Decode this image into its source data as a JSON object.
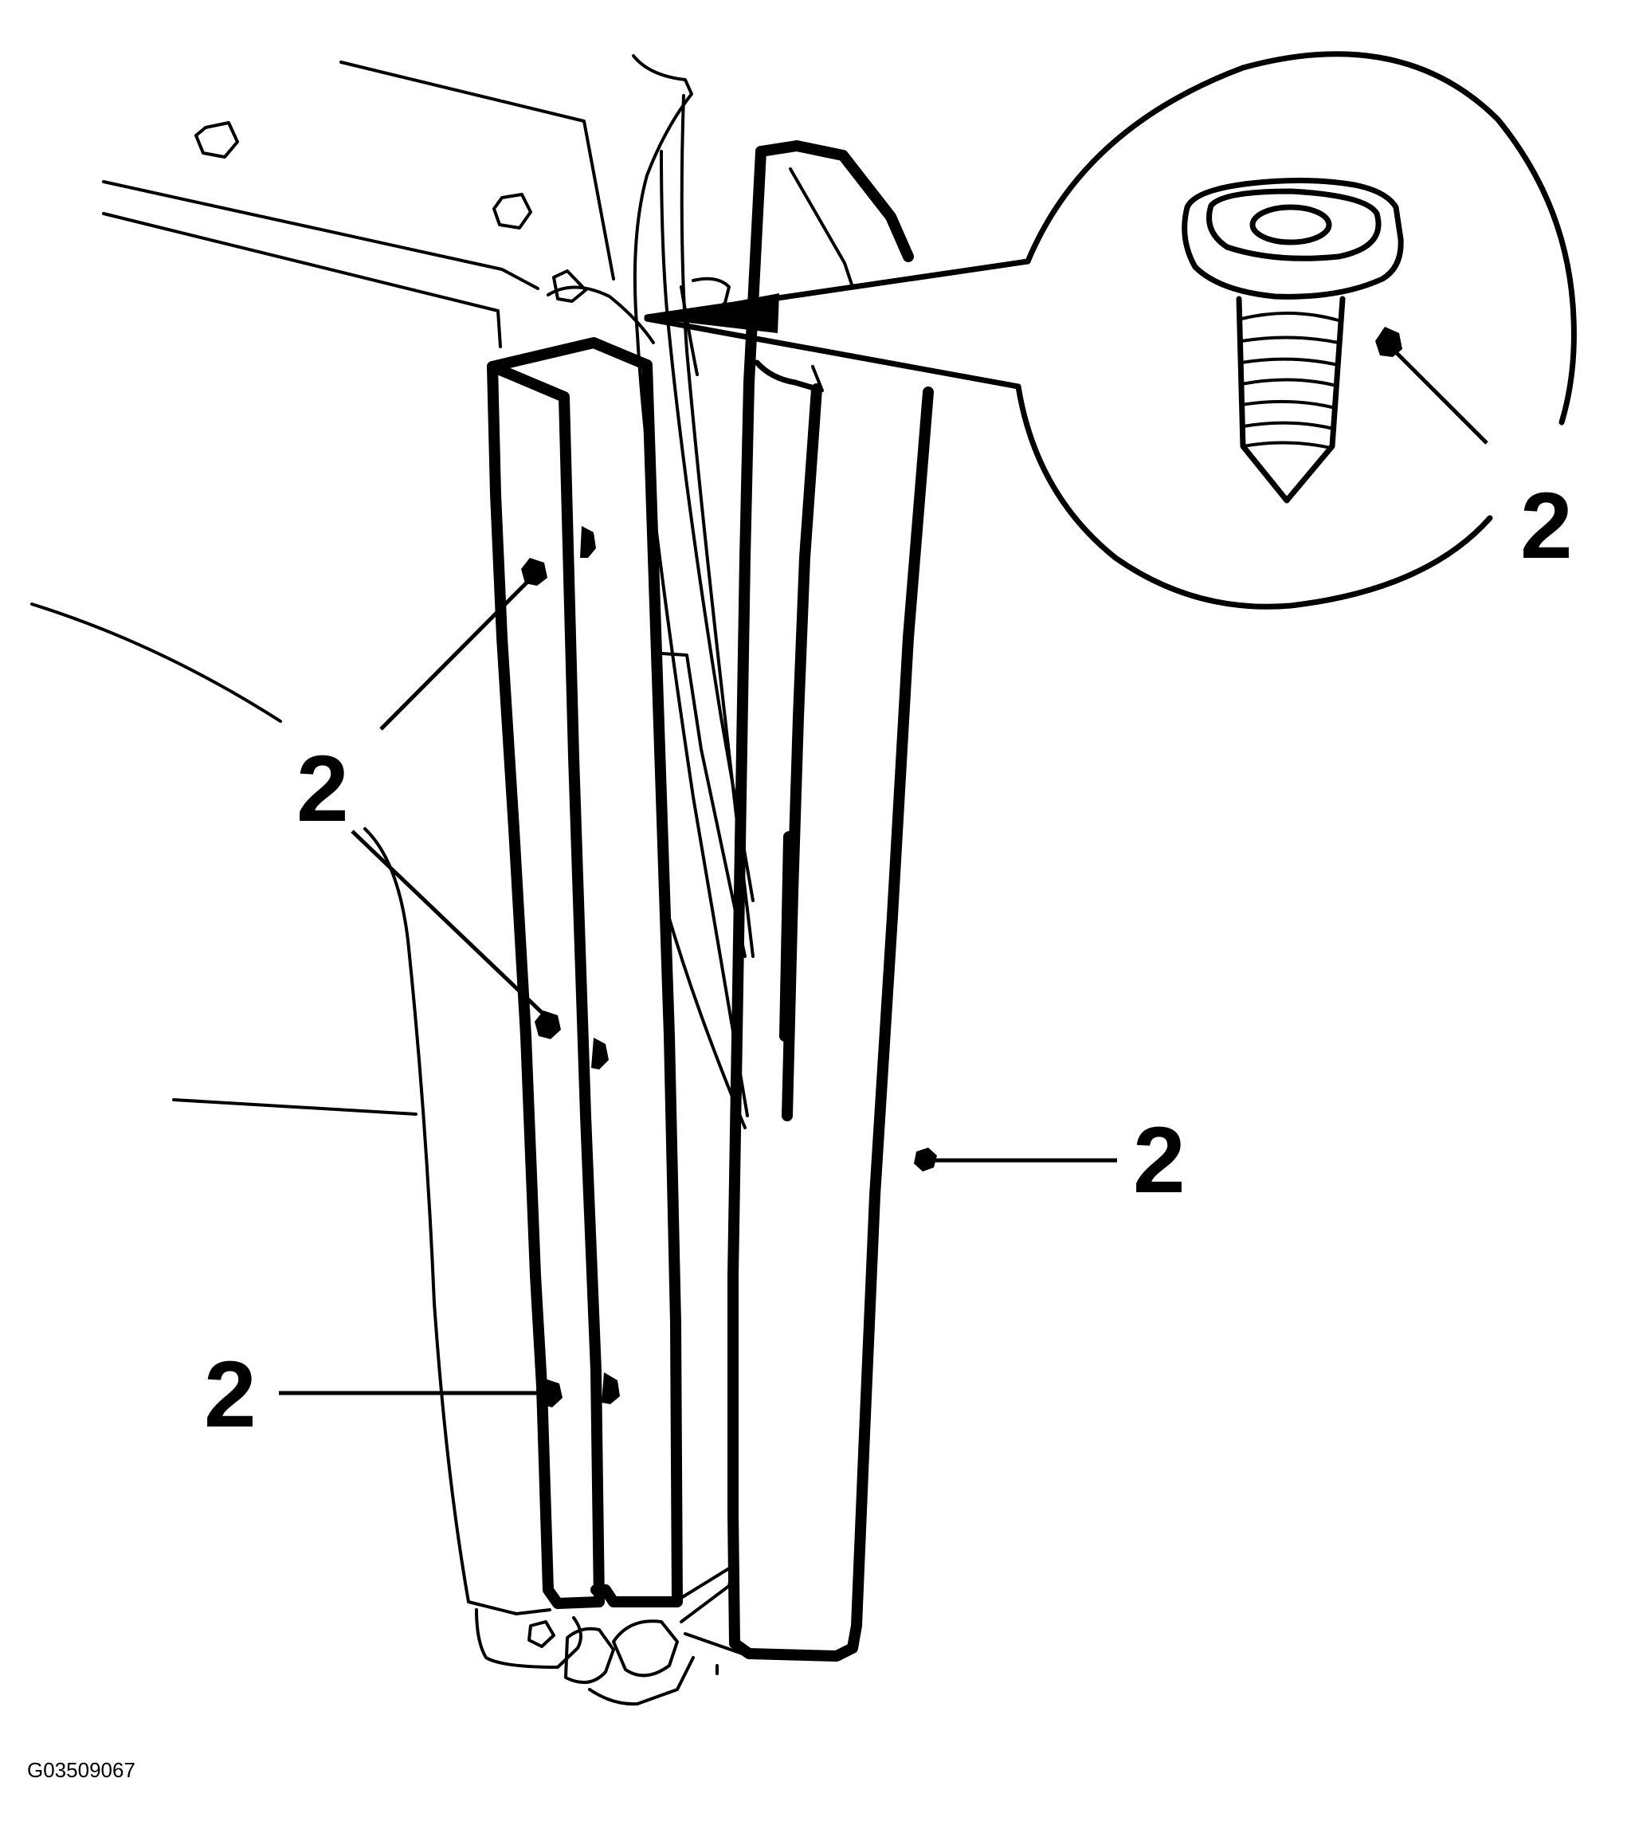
{
  "figure": {
    "id": "G03509067"
  },
  "callouts": [
    {
      "label": "2"
    },
    {
      "label": "2"
    },
    {
      "label": "2"
    },
    {
      "label": "2"
    }
  ]
}
